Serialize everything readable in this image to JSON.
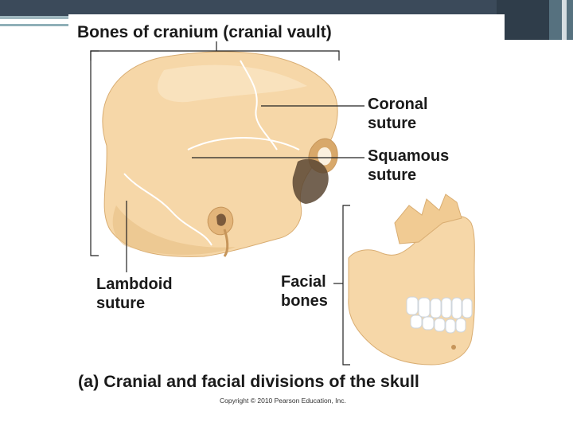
{
  "title": "Bones of cranium (cranial vault)",
  "labels": {
    "coronal": [
      "Coronal",
      "suture"
    ],
    "squamous": [
      "Squamous",
      "suture"
    ],
    "lambdoid": [
      "Lambdoid",
      "suture"
    ],
    "facial": [
      "Facial",
      "bones"
    ]
  },
  "caption": "(a) Cranial and facial divisions of the skull",
  "copyright": "Copyright © 2010 Pearson Education, Inc.",
  "colors": {
    "bone": "#f6d7a8",
    "bone_shadow": "#e8bf85",
    "suture_line": "#ffffff",
    "slide_dark": "#3b4a5a",
    "slide_teal": "#9fb7bf"
  }
}
